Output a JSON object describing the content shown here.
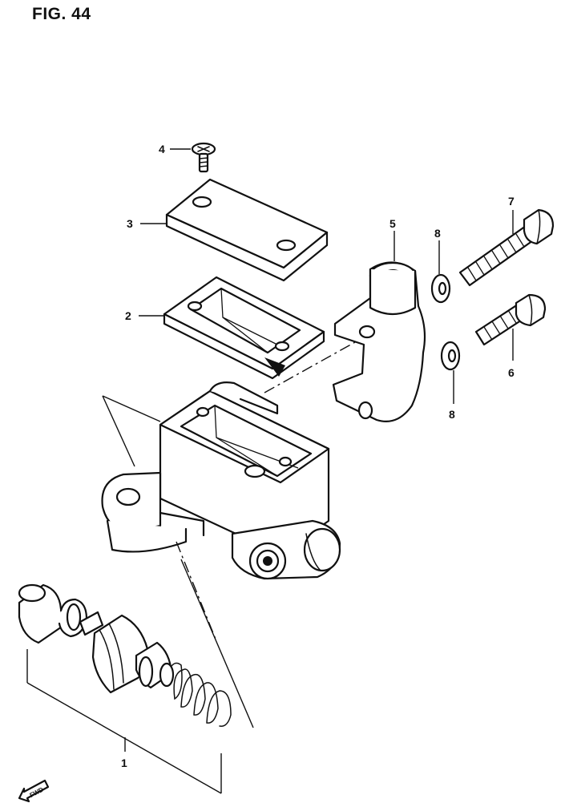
{
  "figure": {
    "title": "FIG. 44"
  },
  "callouts": {
    "c1": "1",
    "c2": "2",
    "c3": "3",
    "c4": "4",
    "c5": "5",
    "c6": "6",
    "c7": "7",
    "c8a": "8",
    "c8b": "8"
  },
  "fwd": {
    "label": "FWD",
    "icon": "forward-arrow-icon"
  }
}
